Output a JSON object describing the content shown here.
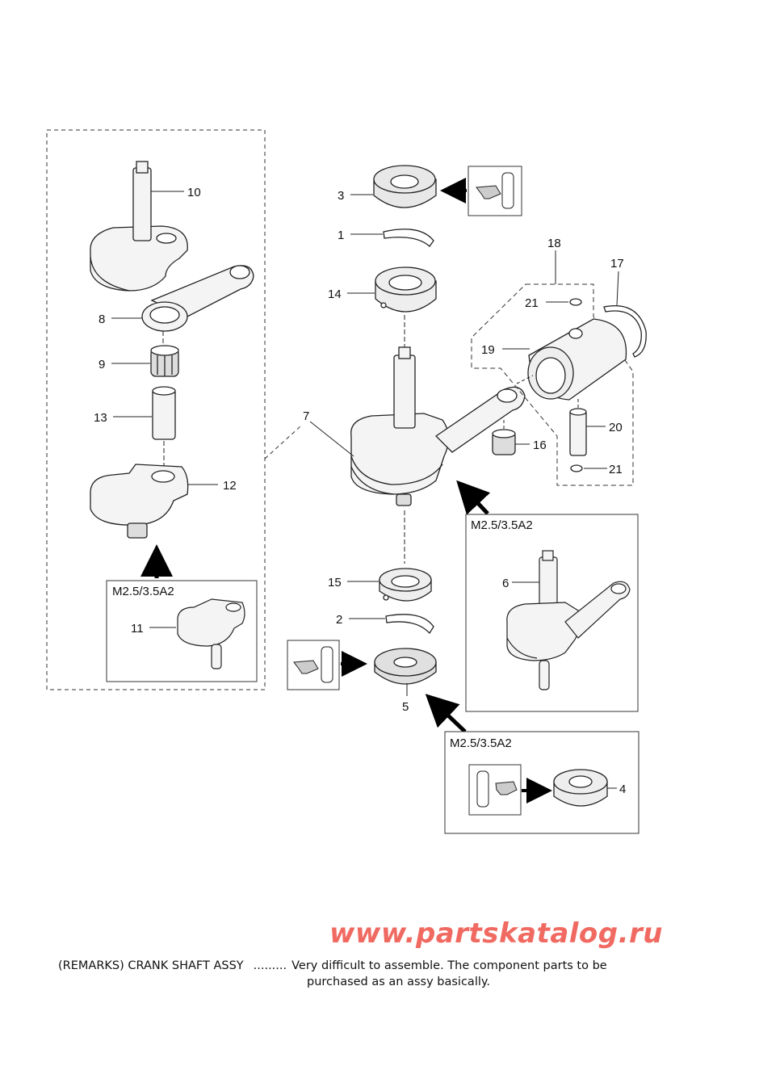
{
  "callouts": {
    "c1": "1",
    "c2": "2",
    "c3": "3",
    "c4": "4",
    "c5": "5",
    "c6": "6",
    "c7": "7",
    "c8": "8",
    "c9": "9",
    "c10": "10",
    "c11": "11",
    "c12": "12",
    "c13": "13",
    "c14": "14",
    "c15": "15",
    "c16": "16",
    "c17": "17",
    "c18": "18",
    "c19": "19",
    "c20": "20",
    "c21a": "21",
    "c21b": "21"
  },
  "variant_boxes": {
    "left_box": "M2.5/3.5A2",
    "right_box": "M2.5/3.5A2",
    "bottom_box": "M2.5/3.5A2"
  },
  "watermark": "www.partskatalog.ru",
  "remarks": {
    "label": "(REMARKS) CRANK SHAFT ASSY",
    "dots": ".........",
    "line1": "Very difficult to assemble. The component parts to be",
    "line2": "purchased as an assy basically."
  }
}
